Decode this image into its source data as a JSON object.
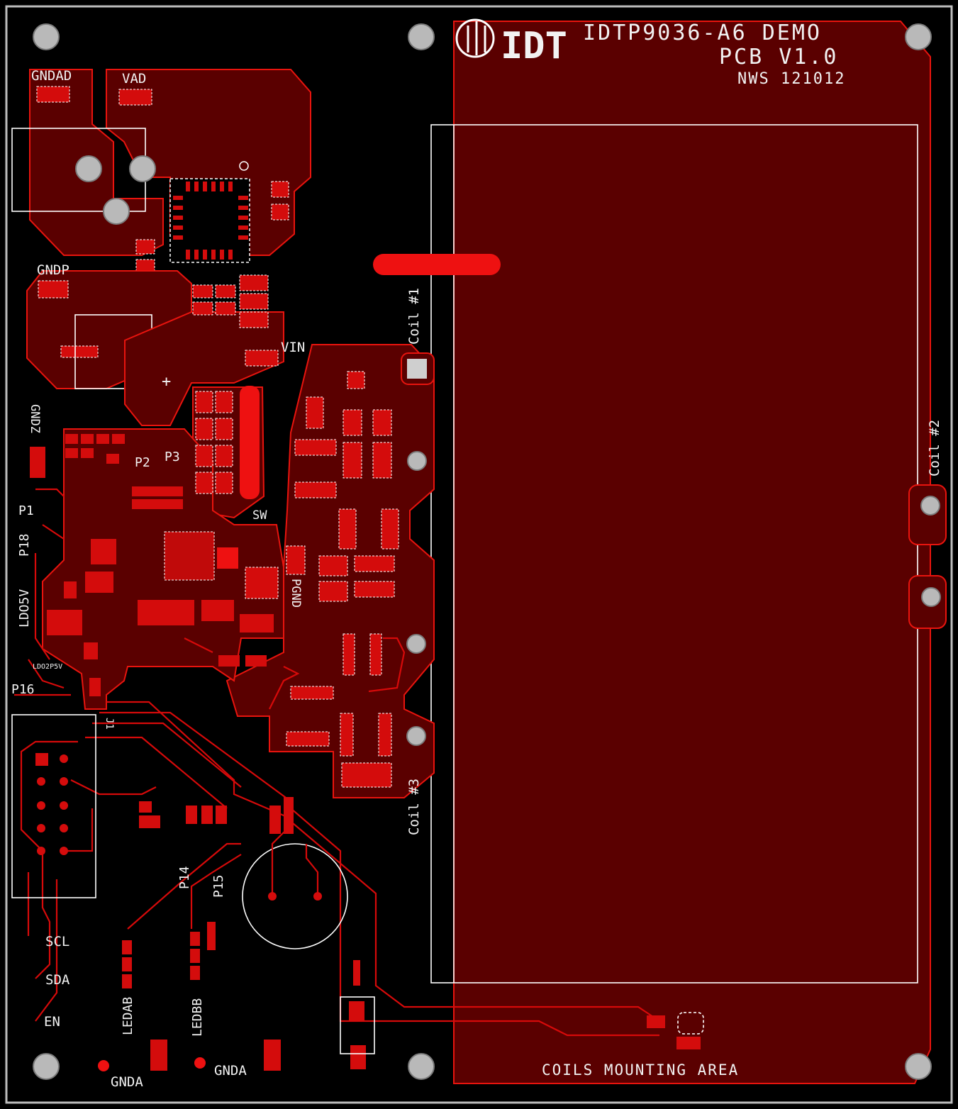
{
  "board": {
    "title_line1": "IDTP9036-A6 DEMO",
    "title_line2": "PCB V1.0",
    "title_line3": "NWS 121012",
    "logo_text": "IDT",
    "colors": {
      "background": "#000000",
      "copper": "#d40c0c",
      "pour": "#5a0000",
      "silk": "#ffffff",
      "hole": "#b9b9b9"
    }
  },
  "labels": {
    "gndad": "GNDAD",
    "vad": "VAD",
    "gndp": "GNDP",
    "vin": "VIN",
    "gndz": "GNDZ",
    "p2": "P2",
    "p3": "P3",
    "p1": "P1",
    "p18": "P18",
    "ldo5v": "LDO5V",
    "ldo2p5v": "LDO2P5V",
    "p16": "P16",
    "sw": "SW",
    "pgnd": "PGND",
    "p14": "P14",
    "p15": "P15",
    "scl": "SCL",
    "sda": "SDA",
    "en": "EN",
    "ledab": "LEDAB",
    "ledbb": "LEDBB",
    "gnda1": "GNDA",
    "gnda2": "GNDA",
    "coil1": "Coil #1",
    "coil2": "Coil #2",
    "coil3": "Coil #3",
    "coils_area": "COILS MOUNTING AREA",
    "j1": "J1"
  }
}
